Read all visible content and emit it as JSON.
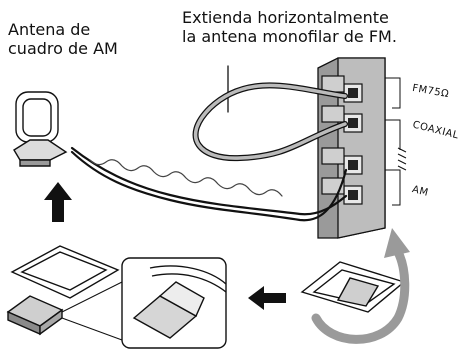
{
  "labels": {
    "am_line1": "Antena de",
    "am_line2": "cuadro de AM",
    "fm_line1": "Extienda horizontalmente",
    "fm_line2": "la antena monofilar de FM."
  },
  "terminals": {
    "fm": "FM75Ω",
    "coaxial": "COAXIAL",
    "am": "AM"
  },
  "icons": [
    "am-loop-antenna-icon",
    "fm-wire-antenna-icon",
    "terminal-block-icon",
    "up-arrow-icon",
    "left-arrow-icon",
    "rotate-arrow-icon"
  ]
}
